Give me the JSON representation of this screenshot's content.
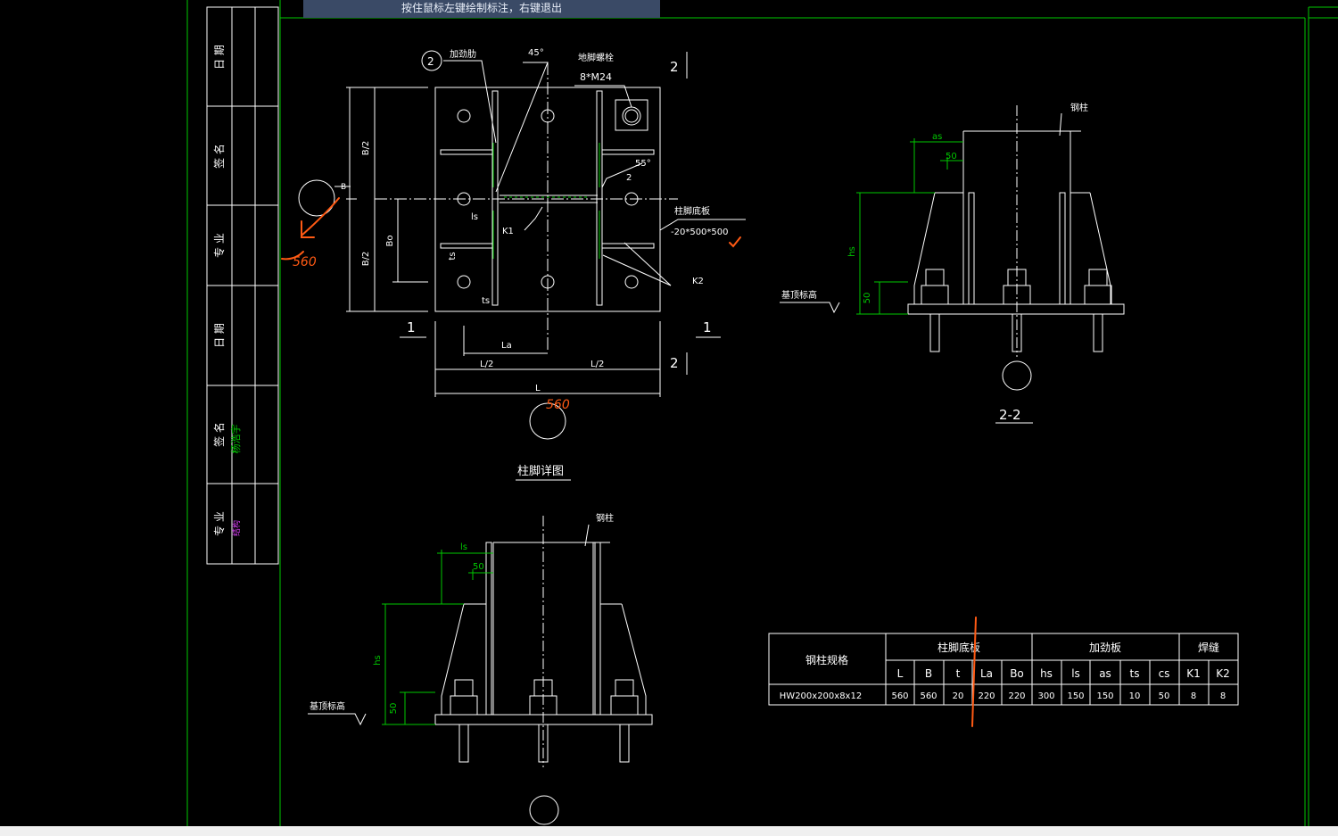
{
  "tooltip": "按住鼠标左键绘制标注，右键退出",
  "titleblock": {
    "labels": [
      "日 期",
      "签 名",
      "专 业",
      "日 期",
      "签 名",
      "专 业"
    ],
    "signature": "杨浩宇",
    "major": "结构"
  },
  "plan": {
    "caption": "柱脚详图",
    "callout_number": "2",
    "stiffener_label": "加劲肋",
    "angle_45": "45°",
    "angle_55": "55°",
    "anchor_label": "地脚螺栓",
    "anchor_spec": "8*M24",
    "baseplate_label": "柱脚底板",
    "baseplate_spec": "-20*500*500",
    "section_2_top": "2",
    "section_2_bottom": "2",
    "section_1_left": "1",
    "section_1_right": "1",
    "dim_B2_top": "B/2",
    "dim_B2_bottom": "B/2",
    "dim_Bo": "Bo",
    "dim_ls": "ls",
    "dim_ts": "ts",
    "dim_ts2": "ts",
    "dim_La": "La",
    "dim_L2_left": "L/2",
    "dim_L2_right": "L/2",
    "dim_L": "L",
    "weld_K1": "K1",
    "weld_K2": "K2",
    "weld_2": "2",
    "marker_B": "B"
  },
  "section22": {
    "title": "2-2",
    "column_label": "钢柱",
    "dim_as": "as",
    "dim_50": "50",
    "dim_hs": "hs",
    "dim_50b": "50",
    "elevation_label": "基顶标高"
  },
  "section11": {
    "column_label": "钢柱",
    "dim_ls": "ls",
    "dim_50": "50",
    "dim_hs": "hs",
    "dim_50b": "50",
    "elevation_label": "基顶标高"
  },
  "handwriting": {
    "plan_left": "560",
    "plan_bottom": "560"
  },
  "table": {
    "col_spec_header": "钢柱规格",
    "group_base": "柱脚底板",
    "group_stiff": "加劲板",
    "group_weld": "焊缝",
    "headers": [
      "L",
      "B",
      "t",
      "La",
      "Bo",
      "hs",
      "ls",
      "as",
      "ts",
      "cs",
      "K1",
      "K2"
    ],
    "row_spec": "HW200x200x8x12",
    "row_values": [
      "560",
      "560",
      "20",
      "220",
      "220",
      "300",
      "150",
      "150",
      "10",
      "50",
      "8",
      "8"
    ]
  },
  "colors": {
    "green": "#00c800",
    "white": "#ffffff",
    "orange": "#ff5a14",
    "magenta": "#e040ff"
  }
}
